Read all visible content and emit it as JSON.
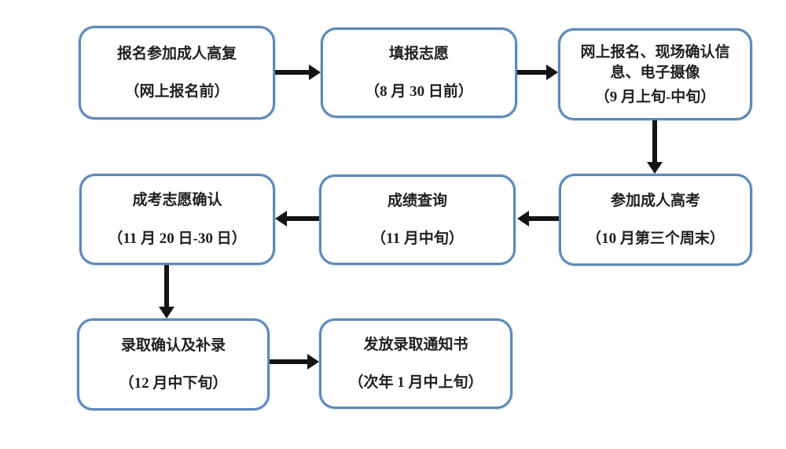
{
  "diagram": {
    "type": "flowchart",
    "nodes": [
      {
        "id": "signup",
        "title": "报名参加成人高复",
        "date": "（网上报名前）"
      },
      {
        "id": "apply",
        "title": "填报志愿",
        "date": "（8 月 30 日前）"
      },
      {
        "id": "register",
        "title": "网上报名、现场确认信息、电子摄像",
        "date": "（9 月上旬-中旬）"
      },
      {
        "id": "exam",
        "title": "参加成人高考",
        "date": "（10 月第三个周末）"
      },
      {
        "id": "score",
        "title": "成绩查询",
        "date": "（11 月中旬）"
      },
      {
        "id": "confirm",
        "title": "成考志愿确认",
        "date": "（11 月 20 日-30 日）"
      },
      {
        "id": "admission",
        "title": "录取确认及补录",
        "date": "（12 月中下旬）"
      },
      {
        "id": "notice",
        "title": "发放录取通知书",
        "date": "（次年 1 月中上旬）"
      }
    ],
    "edges": [
      {
        "from": "signup",
        "to": "apply",
        "direction": "right"
      },
      {
        "from": "apply",
        "to": "register",
        "direction": "right"
      },
      {
        "from": "register",
        "to": "exam",
        "direction": "down"
      },
      {
        "from": "exam",
        "to": "score",
        "direction": "left"
      },
      {
        "from": "score",
        "to": "confirm",
        "direction": "left"
      },
      {
        "from": "confirm",
        "to": "admission",
        "direction": "down"
      },
      {
        "from": "admission",
        "to": "notice",
        "direction": "right"
      }
    ]
  },
  "colors": {
    "box_border": "#5d89ba",
    "box_fill": "#ffffff",
    "arrow": "#141414",
    "text": "#1f1f1f",
    "bg": "#ffffff"
  }
}
